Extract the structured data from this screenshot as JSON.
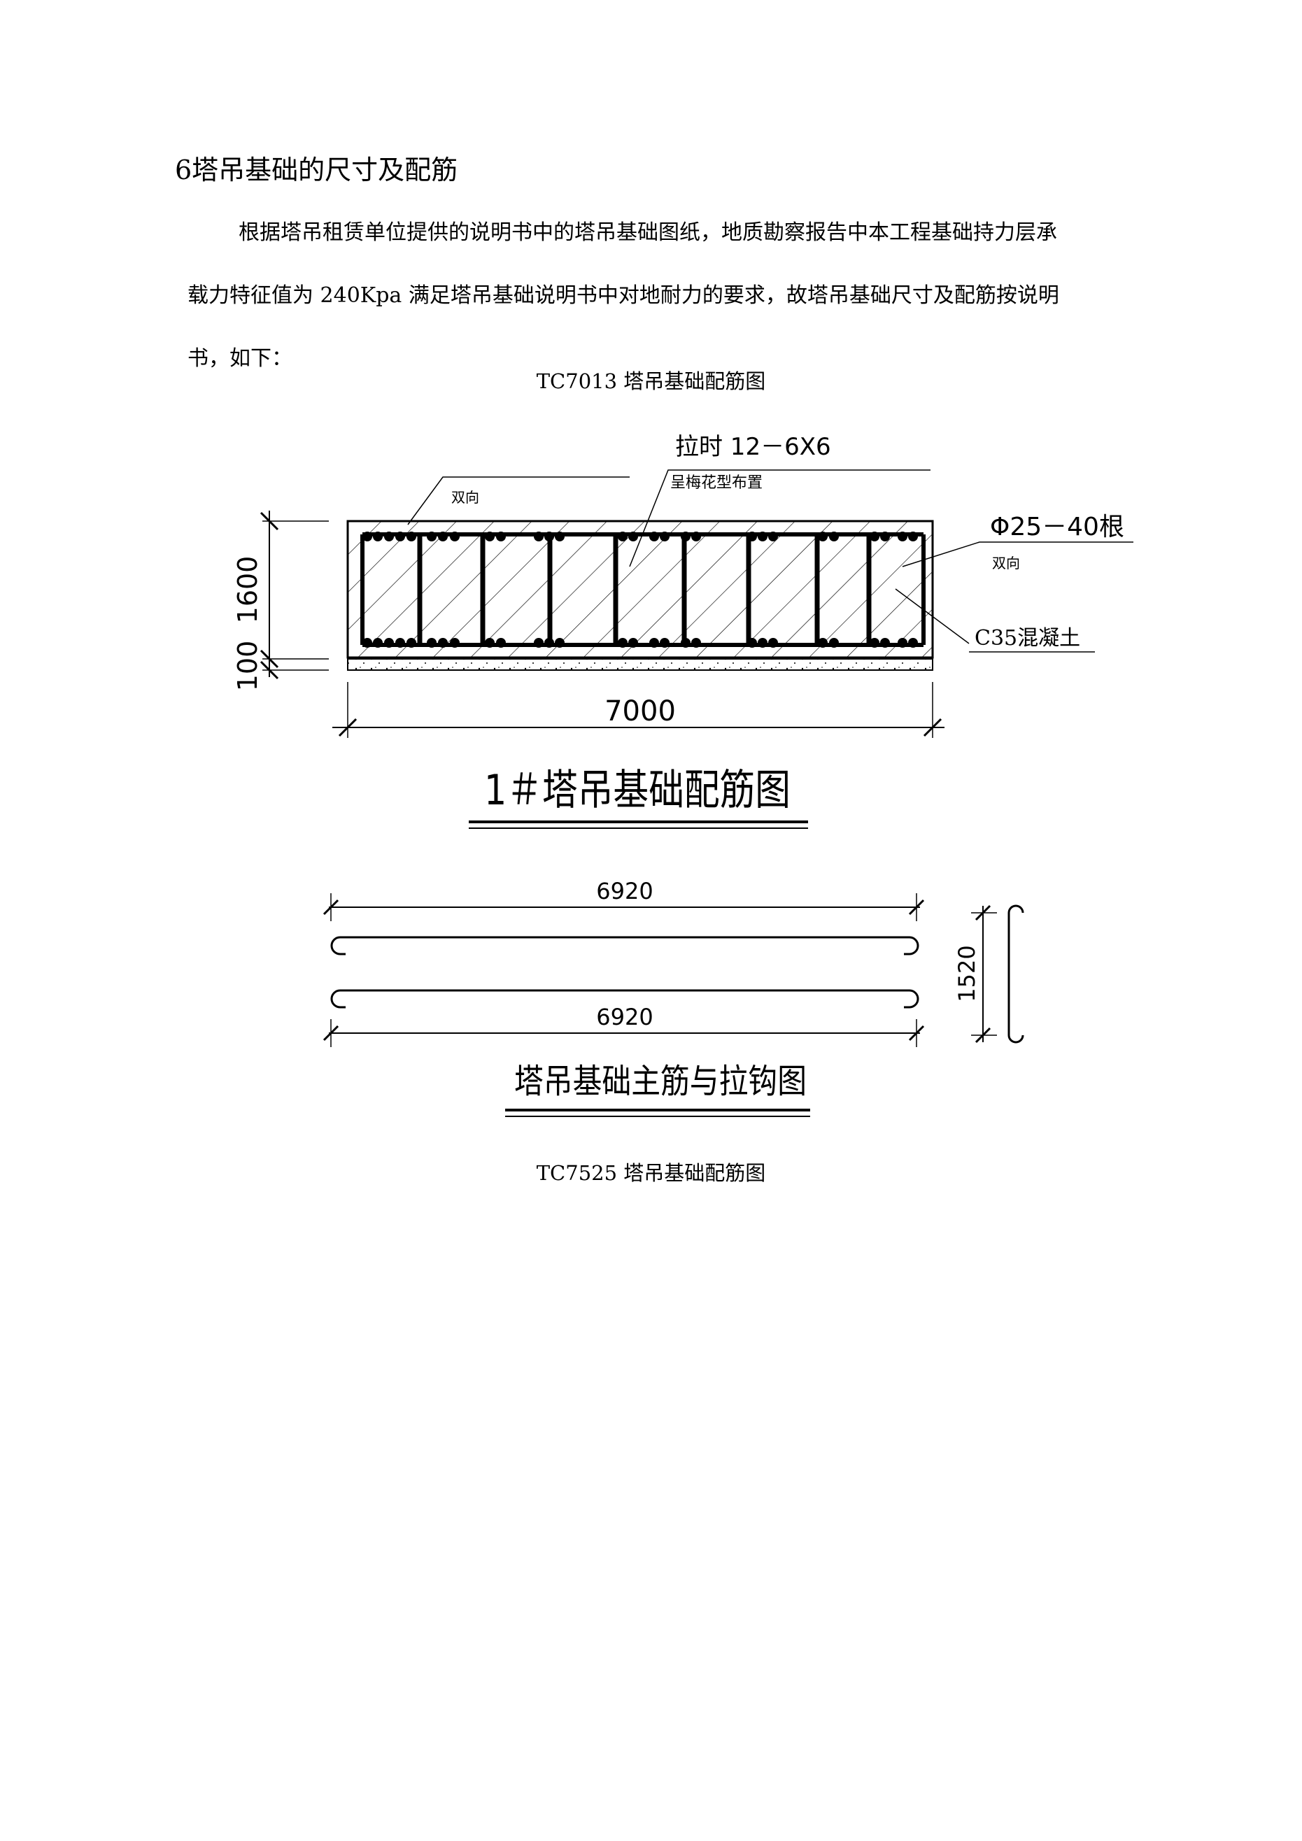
{
  "heading": "6塔吊基础的尺寸及配筋",
  "paragraph": {
    "lines": [
      "根据塔吊租赁单位提供的说明书中的塔吊基础图纸，地质勘察报告中本工程基础持力层承",
      "载力特征值为 240Kpa 满足塔吊基础说明书中对地耐力的要求，故塔吊基础尺寸及配筋按说明",
      "书，如下："
    ]
  },
  "captions": {
    "tc7013": "TC7013 塔吊基础配筋图",
    "tc7525": "TC7525 塔吊基础配筋图"
  },
  "drawing1": {
    "label_tie": "拉时  12－6X6",
    "label_plum": "呈梅花型布置",
    "label_both_left": "双向",
    "label_rebar": "Φ25－40根",
    "label_both_right": "双向",
    "label_concrete": "C35混凝土",
    "dim_height": "1600",
    "dim_base": "100",
    "dim_width": "7000",
    "title": "1＃塔吊基础配筋图"
  },
  "drawing2": {
    "dim_top": "6920",
    "dim_bottom": "6920",
    "dim_hook": "1520",
    "title": "塔吊基础主筋与拉钩图"
  }
}
